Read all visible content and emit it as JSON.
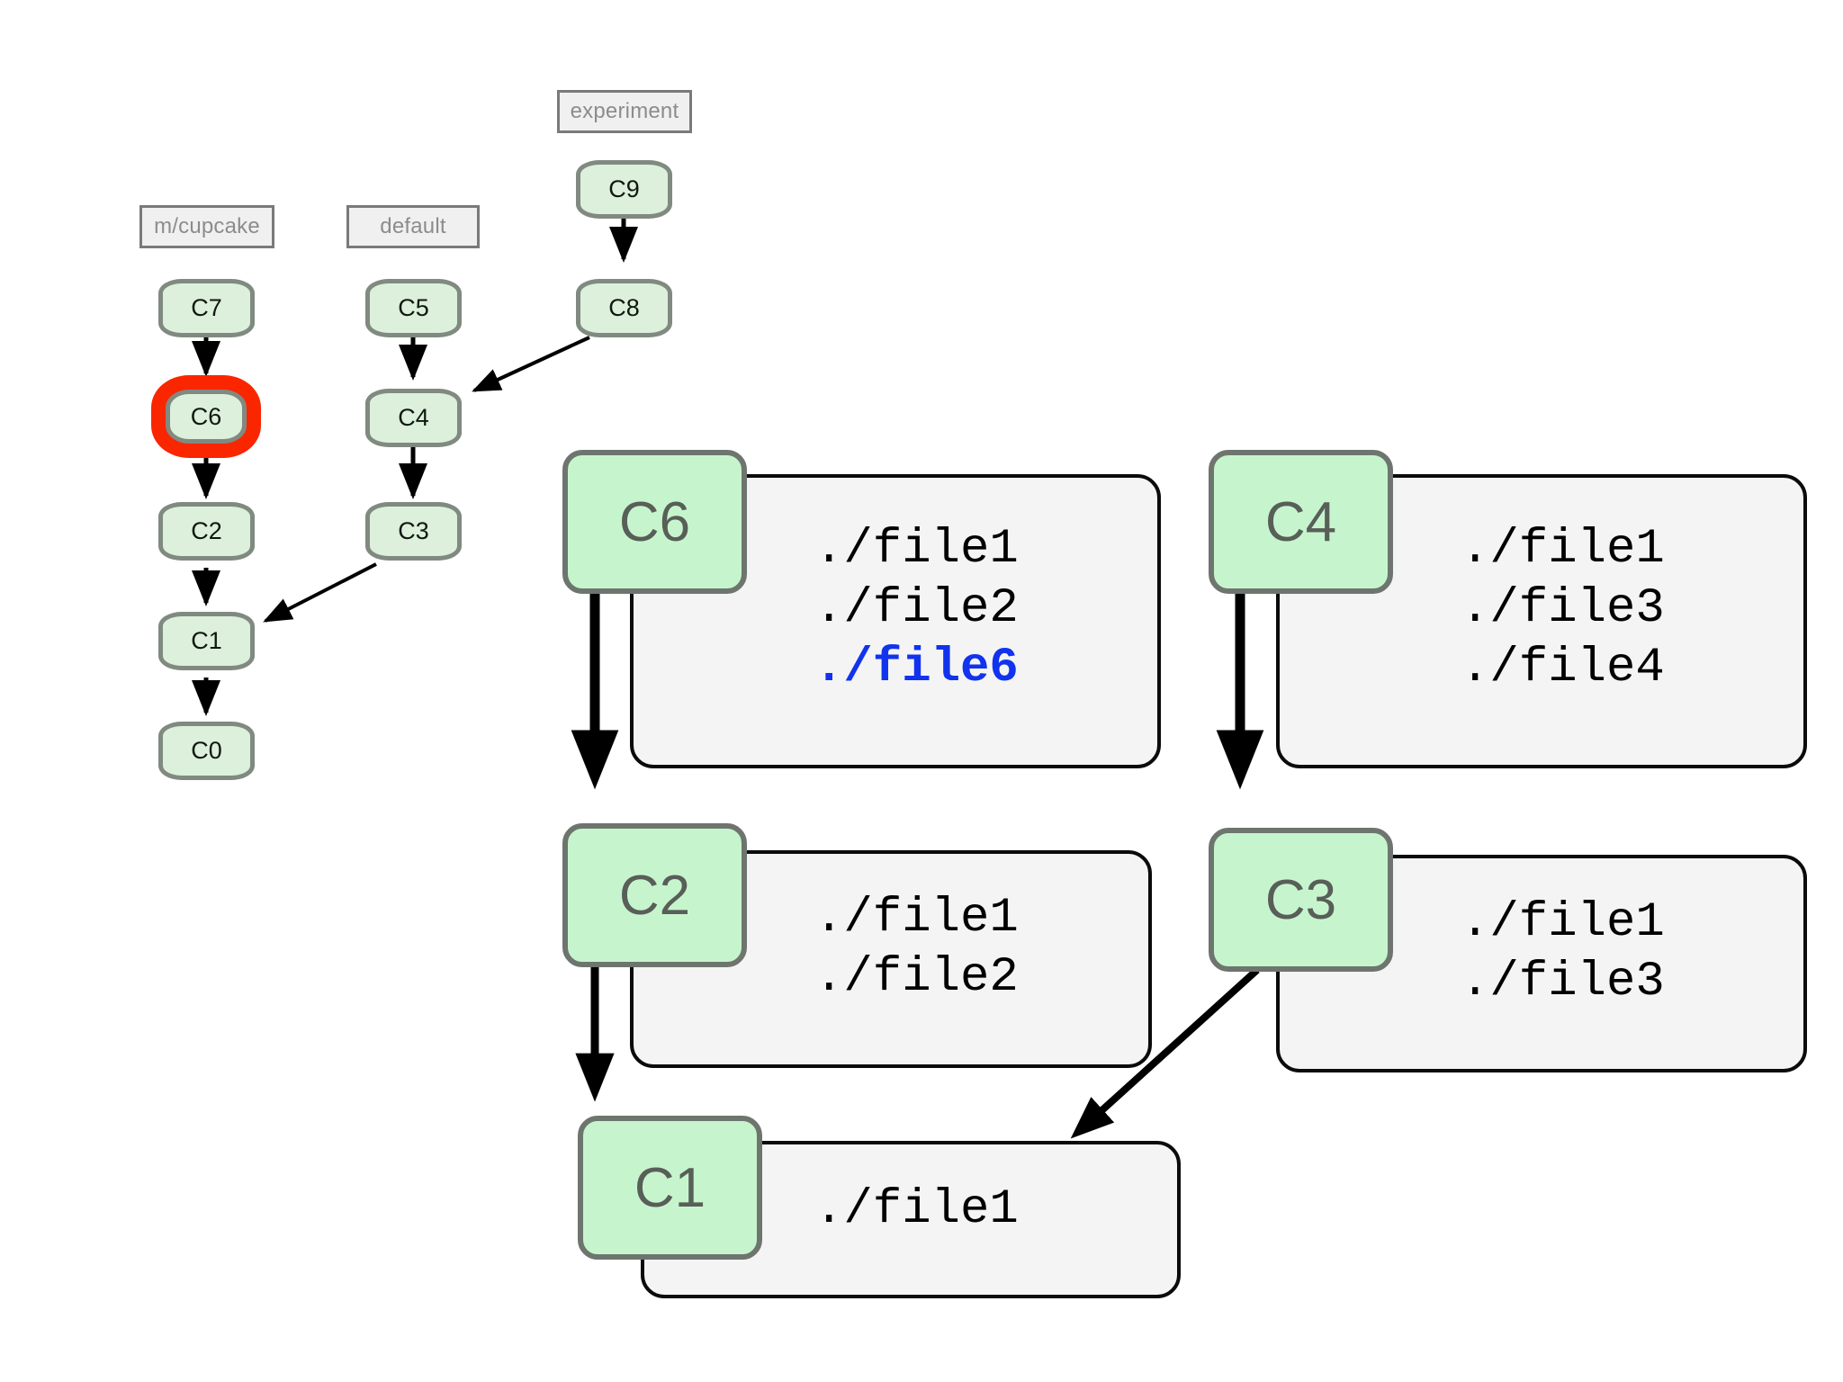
{
  "diagram": {
    "title": "Git commit graph with per-commit file listings",
    "background_color": "#ffffff",
    "node_fill": "#dcf0dc",
    "node_stroke": "#808a80",
    "tag_fill": "#c6f5cd",
    "panel_fill": "#f4f4f4",
    "highlight_color": "#fa2600",
    "accent_color": "#1133ee",
    "label_text_color": "#8c8c8c"
  },
  "branches": [
    {
      "name": "m/cupcake",
      "label": "m/cupcake"
    },
    {
      "name": "default",
      "label": "default"
    },
    {
      "name": "experiment",
      "label": "experiment"
    }
  ],
  "graph": {
    "nodes": [
      {
        "id": "C7",
        "label": "C7",
        "highlighted": false
      },
      {
        "id": "C6",
        "label": "C6",
        "highlighted": true
      },
      {
        "id": "C2",
        "label": "C2",
        "highlighted": false
      },
      {
        "id": "C1",
        "label": "C1",
        "highlighted": false
      },
      {
        "id": "C0",
        "label": "C0",
        "highlighted": false
      },
      {
        "id": "C5",
        "label": "C5",
        "highlighted": false
      },
      {
        "id": "C4",
        "label": "C4",
        "highlighted": false
      },
      {
        "id": "C3",
        "label": "C3",
        "highlighted": false
      },
      {
        "id": "C9",
        "label": "C9",
        "highlighted": false
      },
      {
        "id": "C8",
        "label": "C8",
        "highlighted": false
      }
    ],
    "edges": [
      {
        "from": "C7",
        "to": "C6"
      },
      {
        "from": "C6",
        "to": "C2"
      },
      {
        "from": "C2",
        "to": "C1"
      },
      {
        "from": "C1",
        "to": "C0"
      },
      {
        "from": "C5",
        "to": "C4"
      },
      {
        "from": "C4",
        "to": "C3"
      },
      {
        "from": "C3",
        "to": "C1"
      },
      {
        "from": "C9",
        "to": "C8"
      },
      {
        "from": "C8",
        "to": "C4"
      }
    ]
  },
  "details": [
    {
      "id": "C6",
      "tag": "C6",
      "files": [
        {
          "text": "./file1",
          "accent": false
        },
        {
          "text": "./file2",
          "accent": false
        },
        {
          "text": "./file6",
          "accent": true
        }
      ]
    },
    {
      "id": "C4",
      "tag": "C4",
      "files": [
        {
          "text": "./file1",
          "accent": false
        },
        {
          "text": "./file3",
          "accent": false
        },
        {
          "text": "./file4",
          "accent": false
        }
      ]
    },
    {
      "id": "C2",
      "tag": "C2",
      "files": [
        {
          "text": "./file1",
          "accent": false
        },
        {
          "text": "./file2",
          "accent": false
        }
      ]
    },
    {
      "id": "C3",
      "tag": "C3",
      "files": [
        {
          "text": "./file1",
          "accent": false
        },
        {
          "text": "./file3",
          "accent": false
        }
      ]
    },
    {
      "id": "C1",
      "tag": "C1",
      "files": [
        {
          "text": "./file1",
          "accent": false
        }
      ]
    }
  ],
  "detail_edges": [
    {
      "from": "C6",
      "to": "C2"
    },
    {
      "from": "C2",
      "to": "C1"
    },
    {
      "from": "C4",
      "to": "C3"
    },
    {
      "from": "C3",
      "to": "C1"
    }
  ]
}
